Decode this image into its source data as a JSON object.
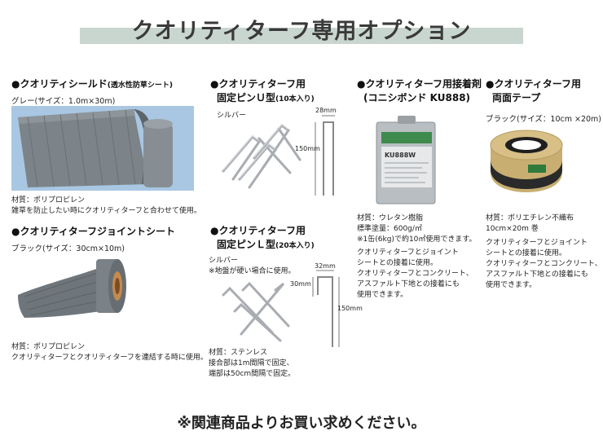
{
  "page": {
    "title": "クオリティターフ専用オプション",
    "footer": "※関連商品よりお買い求めください。"
  },
  "products": {
    "shield": {
      "name": "●クオリティシールド",
      "name_note": "(透水性防草シート)",
      "spec": "グレー(サイズ：1.0m×30m)",
      "material": "材質：ポリプロピレン",
      "usage": "雑草を防止したい時にクオリティターフと合わせて使用。"
    },
    "joint_sheet": {
      "name": "●クオリティターフジョイントシート",
      "spec": "ブラック(サイズ：30cm×10m)",
      "material": "材質：ポリプロピレン",
      "usage": "クオリティターフとクオリティターフを連結する時に使用。"
    },
    "pin_u": {
      "name_line1": "●クオリティターフ用",
      "name_line2": "固定ピンＵ型",
      "name_note": "(10本入り)",
      "color": "シルバー",
      "dim_width": "28mm",
      "dim_height": "150mm"
    },
    "pin_l": {
      "name_line1": "●クオリティターフ用",
      "name_line2": "固定ピンＬ型",
      "name_note": "(20本入り)",
      "color": "シルバー",
      "note": "※地盤が硬い場合に使用。",
      "dim_width": "32mm",
      "dim_hook": "30mm",
      "dim_height": "150mm",
      "material": "材質：ステンレス",
      "text_1": "接合部は1m間隔で固定、",
      "text_2": "端部は50cm間隔で固定。"
    },
    "adhesive": {
      "name_line1": "●クオリティターフ用接着剤",
      "name_line2": "(コニシボンド KU888)",
      "can_label": "KU888W",
      "material": "材質：ウレタン樹脂",
      "coverage": "標準塗量：600g/㎡",
      "note": "※1缶(6kg)で約10㎡使用できます。",
      "usage_1": "クオリティターフとジョイント",
      "usage_2": "シートとの接着に使用。",
      "usage_3": "クオリティターフとコンクリート、",
      "usage_4": "アスファルト下地との接着にも",
      "usage_5": "使用できます。"
    },
    "tape": {
      "name_line1": "●クオリティターフ用",
      "name_line2": "両面テープ",
      "spec": "ブラック(サイズ：10cm ×20m)",
      "material": "材質：ポリエチレン不織布",
      "size": "10cm×20m 巻",
      "usage_1": "クオリティターフとジョイント",
      "usage_2": "シートとの接着に使用。",
      "usage_3": "クオリティターフとコンクリート、",
      "usage_4": "アスファルト下地との接着にも",
      "usage_5": "使用できます。"
    }
  },
  "colors": {
    "banner": "#c9d6cf",
    "shield_bg": "#a9c7e3",
    "sheet_gray": "#6f767b",
    "tape_kraft": "#d7bf86"
  }
}
